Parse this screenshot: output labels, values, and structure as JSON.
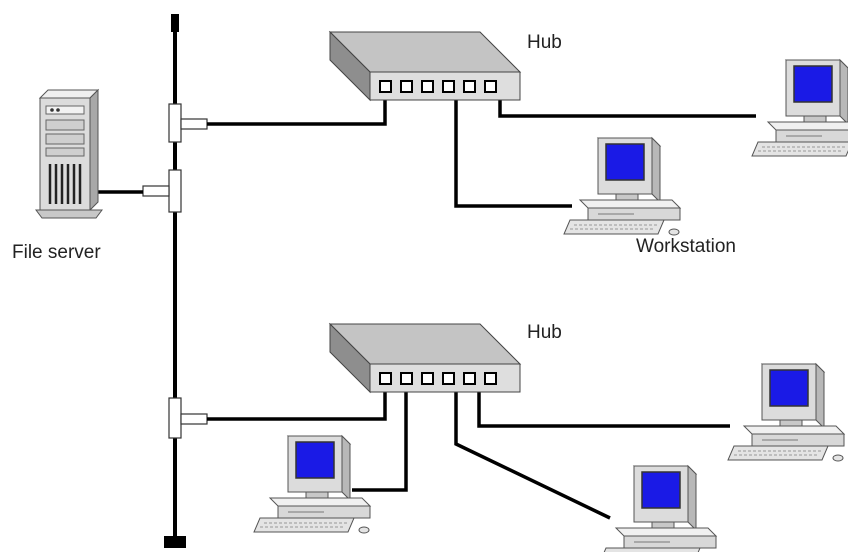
{
  "diagram": {
    "labels": {
      "hub_top": "Hub",
      "hub_bottom": "Hub",
      "file_server": "File server",
      "workstation": "Workstation"
    },
    "colors": {
      "cable": "#000000",
      "screen": "#1a1ae6",
      "device_light": "#e6e6e6",
      "device_mid": "#c8c8c8",
      "device_dark": "#9a9a9a"
    }
  }
}
